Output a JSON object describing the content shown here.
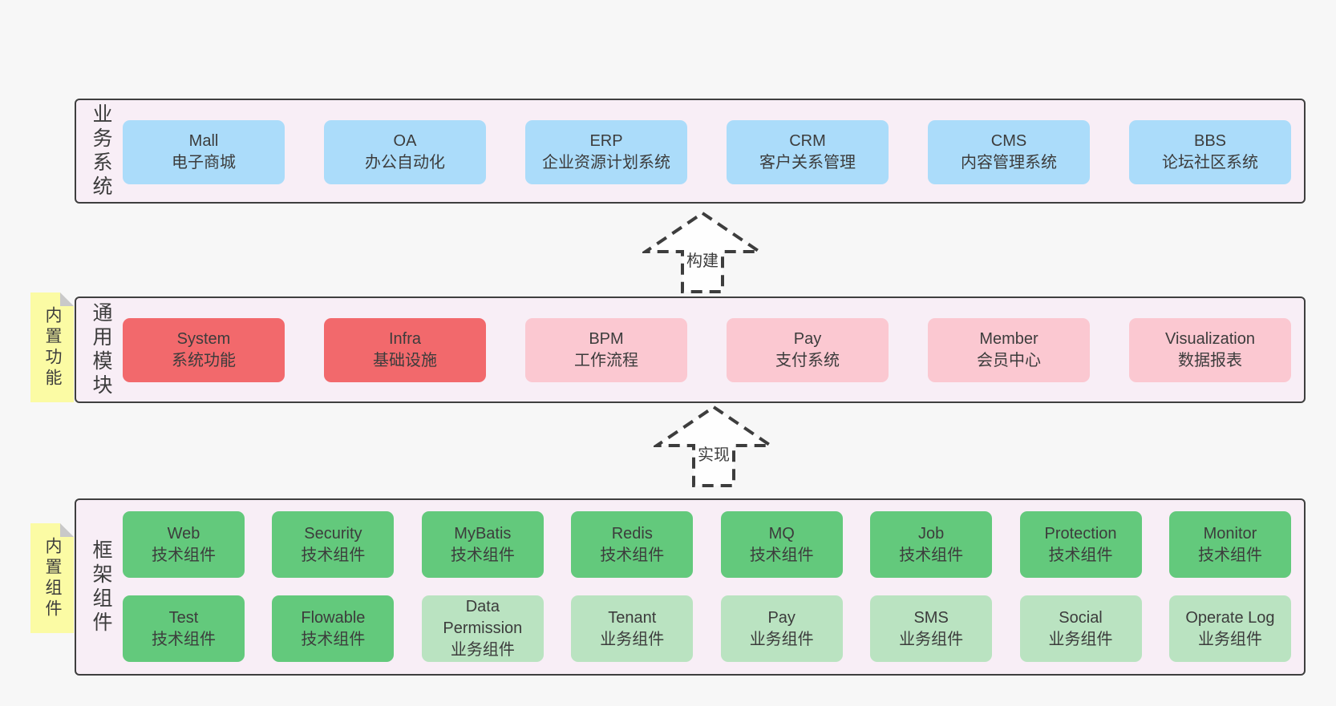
{
  "colors": {
    "page_background": "#f7f7f7",
    "layer_background": "#f8eef6",
    "layer_border": "#3f3f3f",
    "blue_box": "#abdcfa",
    "red_box": "#f2696c",
    "pink_box": "#fbc8d1",
    "green_box": "#63c97c",
    "light_green_box": "#bae3c1",
    "sticky_note": "#fbfba4",
    "text": "#3c3c3c"
  },
  "arrows": [
    {
      "label": "构建"
    },
    {
      "label": "实现"
    }
  ],
  "layers": [
    {
      "label": "业务系统",
      "boxes": [
        {
          "title": "Mall",
          "subtitle": "电子商城"
        },
        {
          "title": "OA",
          "subtitle": "办公自动化"
        },
        {
          "title": "ERP",
          "subtitle": "企业资源计划系统"
        },
        {
          "title": "CRM",
          "subtitle": "客户关系管理"
        },
        {
          "title": "CMS",
          "subtitle": "内容管理系统"
        },
        {
          "title": "BBS",
          "subtitle": "论坛社区系统"
        }
      ]
    },
    {
      "label": "通用模块",
      "sticky": "内置功能",
      "boxes": [
        {
          "title": "System",
          "subtitle": "系统功能"
        },
        {
          "title": "Infra",
          "subtitle": "基础设施"
        },
        {
          "title": "BPM",
          "subtitle": "工作流程"
        },
        {
          "title": "Pay",
          "subtitle": "支付系统"
        },
        {
          "title": "Member",
          "subtitle": "会员中心"
        },
        {
          "title": "Visualization",
          "subtitle": "数据报表"
        }
      ]
    },
    {
      "label": "框架组件",
      "sticky": "内置组件",
      "rows": [
        [
          {
            "title": "Web",
            "subtitle": "技术组件"
          },
          {
            "title": "Security",
            "subtitle": "技术组件"
          },
          {
            "title": "MyBatis",
            "subtitle": "技术组件"
          },
          {
            "title": "Redis",
            "subtitle": "技术组件"
          },
          {
            "title": "MQ",
            "subtitle": "技术组件"
          },
          {
            "title": "Job",
            "subtitle": "技术组件"
          },
          {
            "title": "Protection",
            "subtitle": "技术组件"
          },
          {
            "title": "Monitor",
            "subtitle": "技术组件"
          }
        ],
        [
          {
            "title": "Test",
            "subtitle": "技术组件"
          },
          {
            "title": "Flowable",
            "subtitle": "技术组件"
          },
          {
            "title": "Data Permission",
            "subtitle": "业务组件"
          },
          {
            "title": "Tenant",
            "subtitle": "业务组件"
          },
          {
            "title": "Pay",
            "subtitle": "业务组件"
          },
          {
            "title": "SMS",
            "subtitle": "业务组件"
          },
          {
            "title": "Social",
            "subtitle": "业务组件"
          },
          {
            "title": "Operate Log",
            "subtitle": "业务组件"
          }
        ]
      ]
    }
  ]
}
